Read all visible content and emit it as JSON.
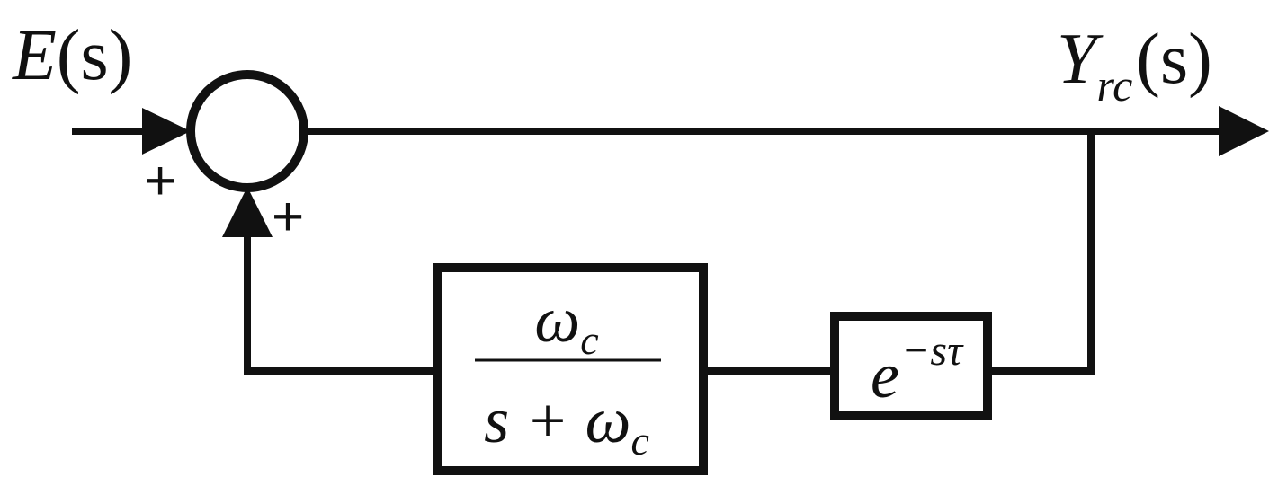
{
  "input": {
    "symbol": "E",
    "arg": "(s)"
  },
  "output": {
    "symbol": "Y",
    "subscript": "rc",
    "arg": "(s)"
  },
  "summing_junction": {
    "input_sign": "+",
    "feedback_sign": "+"
  },
  "lowpass_block": {
    "numerator": {
      "symbol": "ω",
      "subscript": "c"
    },
    "denominator": {
      "prefix": "s + ",
      "symbol": "ω",
      "subscript": "c"
    }
  },
  "delay_block": {
    "base": "e",
    "exponent": "−sτ"
  },
  "colors": {
    "line": "#111111",
    "background": "#ffffff"
  }
}
